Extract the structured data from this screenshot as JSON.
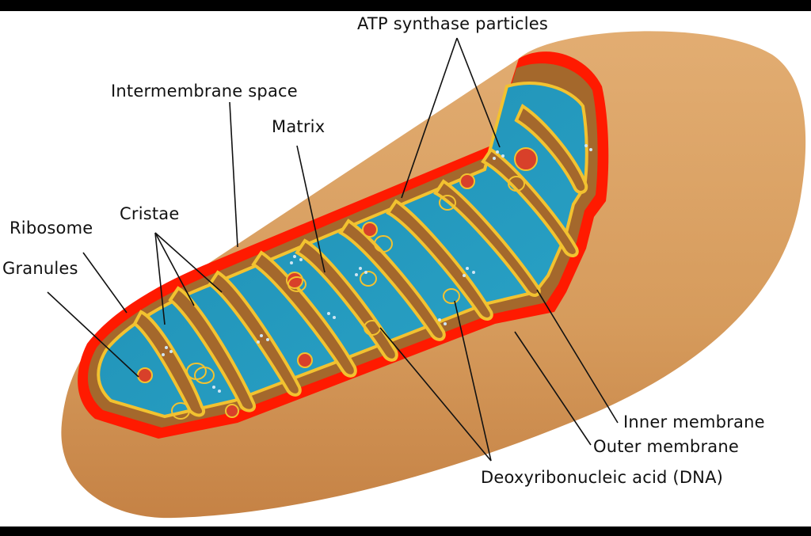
{
  "labels": {
    "atp": "ATP synthase particles",
    "intermembrane": "Intermembrane space",
    "matrix": "Matrix",
    "cristae": "Cristae",
    "ribosome": "Ribosome",
    "granules": "Granules",
    "inner": "Inner membrane",
    "outer": "Outer membrane",
    "dna": "Deoxyribonucleic acid (DNA)"
  },
  "colors": {
    "page_border": "#000000",
    "background": "#ffffff",
    "outer_body": "#d59a5b",
    "outer_body_shade": "#c68443",
    "outer_membrane": "#ff1a00",
    "intermembrane": "#a4682c",
    "matrix": "#2a9cc0",
    "inner_membrane": "#f2c230",
    "ribosome": "#d8402a",
    "granule": "#7fb6d8",
    "label_text": "#111111",
    "leader_line": "#111111"
  }
}
